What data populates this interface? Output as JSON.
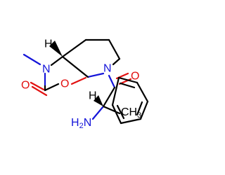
{
  "colors": {
    "carbon": "#000000",
    "nitrogen": "#1515d9",
    "oxygen": "#e21111",
    "background": "#ffffff"
  },
  "atoms": {
    "stereo_h_ring": "H",
    "n_carbamate": "N",
    "o_carbonyl": "O",
    "o_ester": "O",
    "n_ring": "N",
    "o_amide": "O",
    "stereo_h_chain": "H",
    "nh2_n": "H",
    "nh2_h2": "N",
    "ch3_c": "CH",
    "ch3_3": "3"
  }
}
